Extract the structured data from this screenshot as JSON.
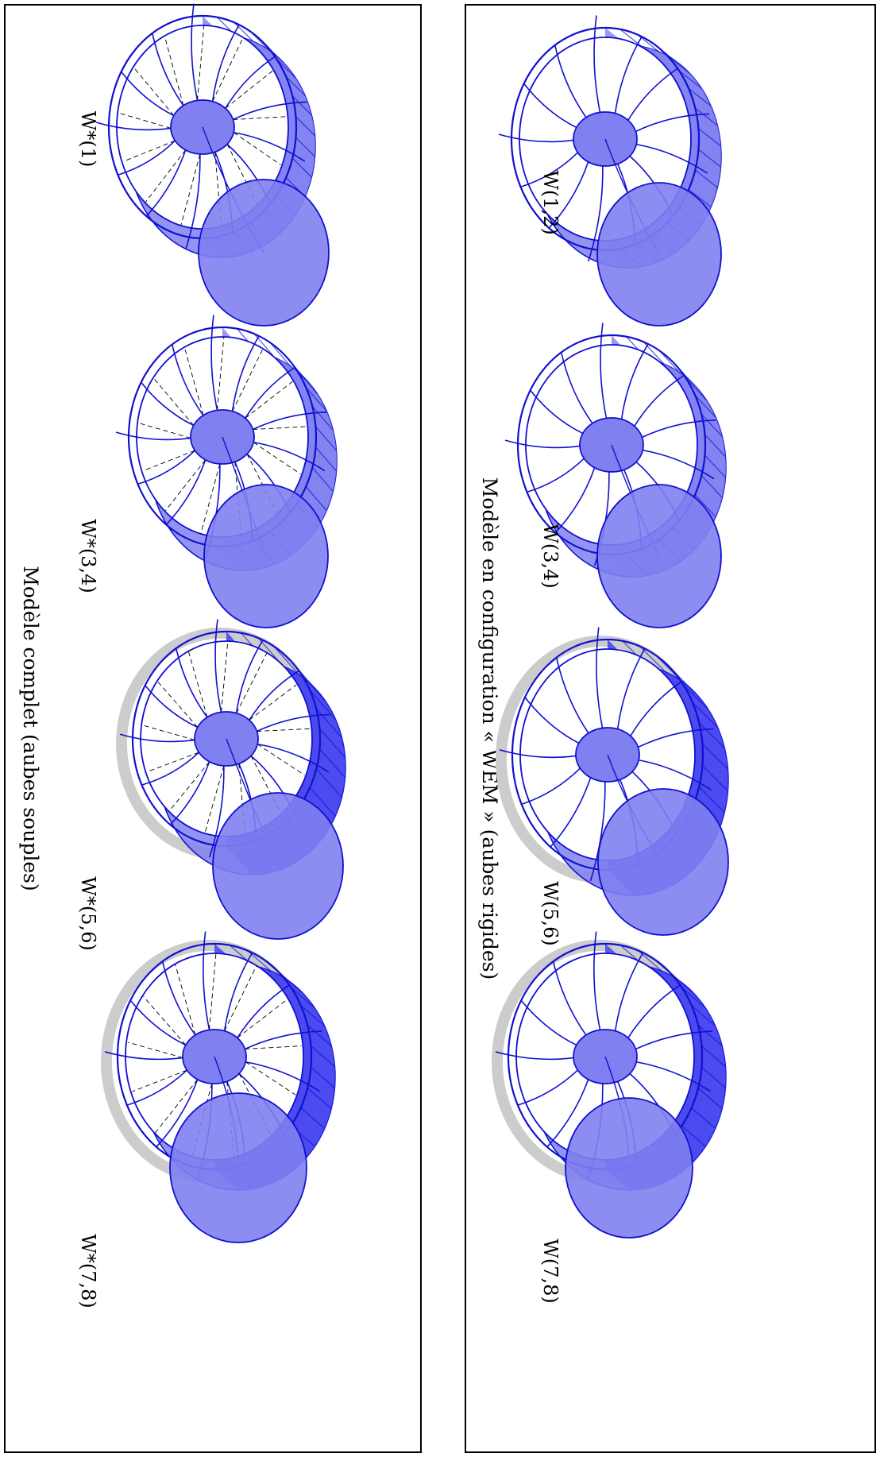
{
  "colors": {
    "blade": "#1010d0",
    "fill_light": "#8080f0",
    "fill_dark": "#3a3af0",
    "grey": "#cccccc",
    "border": "#000000"
  },
  "panels": [
    {
      "id": "rigid",
      "caption": "Modèle en configuration « WEM » (aubes rigides)",
      "dashed_blades": false,
      "modes": [
        {
          "label": "W(1,2)",
          "variant": "a"
        },
        {
          "label": "W(3,4)",
          "variant": "b"
        },
        {
          "label": "W(5,6)",
          "variant": "c"
        },
        {
          "label": "W(7,8)",
          "variant": "d"
        }
      ]
    },
    {
      "id": "flexible",
      "caption": "Modèle complet (aubes souples)",
      "dashed_blades": true,
      "modes": [
        {
          "label": "W*(1)",
          "variant": "a"
        },
        {
          "label": "W*(3,4)",
          "variant": "b"
        },
        {
          "label": "W*(5,6)",
          "variant": "c"
        },
        {
          "label": "W*(7,8)",
          "variant": "d"
        }
      ]
    }
  ]
}
